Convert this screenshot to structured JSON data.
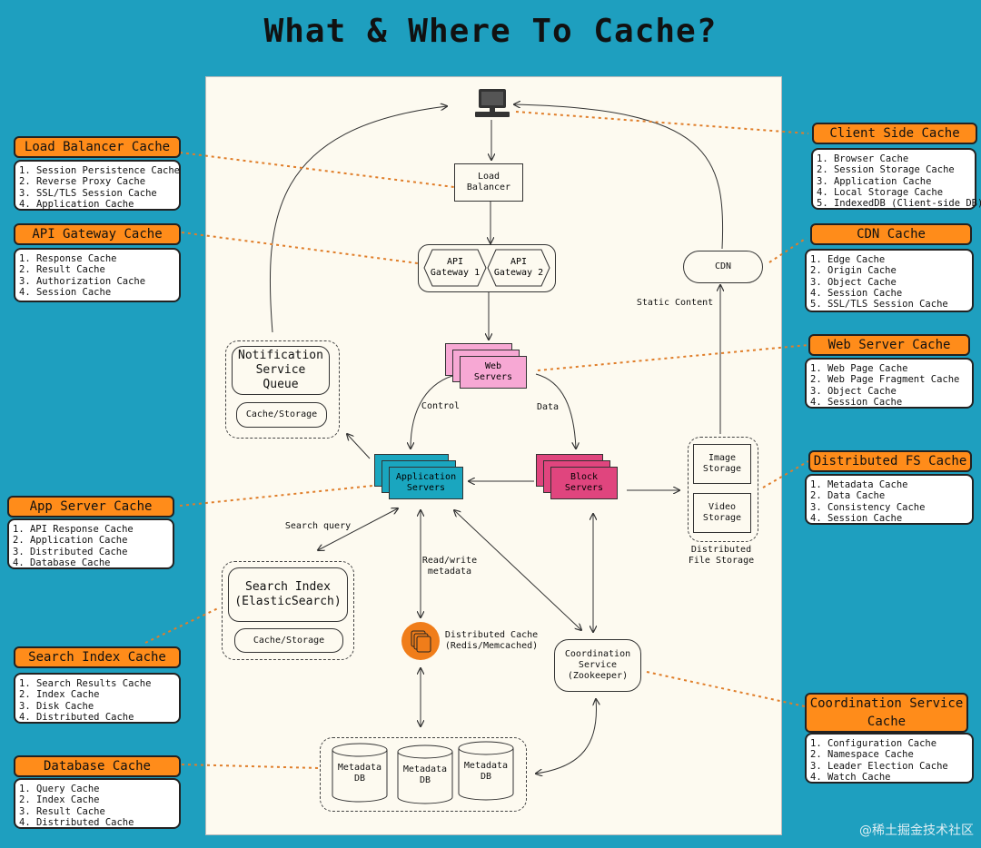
{
  "title": "What & Where To Cache?",
  "colors": {
    "background": "#1e9fbf",
    "label": "#ff8c1a",
    "web_servers": "#f7a8d4",
    "app_servers": "#1aa6bf",
    "block_servers": "#e0457e",
    "cache_icon": "#f07d1a"
  },
  "diagram": {
    "load_balancer": "Load\nBalancer",
    "gateway1": "API\nGateway 1",
    "gateway2": "API\nGateway 2",
    "cdn": "CDN",
    "static_content": "Static Content",
    "web_servers": "Web\nServers",
    "notification_queue": "Notification\nService\nQueue",
    "notification_storage": "Cache/Storage",
    "control": "Control",
    "data": "Data",
    "app_servers": "Application\nServers",
    "block_servers": "Block\nServers",
    "image_storage": "Image\nStorage",
    "video_storage": "Video\nStorage",
    "dfs_label": "Distributed\nFile Storage",
    "search_query": "Search query",
    "read_write": "Read/write\nmetadata",
    "search_index": "Search Index\n(ElasticSearch)",
    "search_storage": "Cache/Storage",
    "dist_cache": "Distributed Cache\n(Redis/Memcached)",
    "coordination": "Coordination\nService\n(Zookeeper)",
    "metadata_db": [
      "Metadata\nDB",
      "Metadata\nDB",
      "Metadata\nDB"
    ]
  },
  "caches": [
    {
      "name": "Load Balancer Cache",
      "items": [
        "1. Session Persistence Cache",
        "2. Reverse Proxy Cache",
        "3. SSL/TLS Session Cache",
        "4. Application Cache"
      ]
    },
    {
      "name": "API Gateway Cache",
      "items": [
        "1. Response Cache",
        "2. Result Cache",
        "3. Authorization Cache",
        "4. Session Cache"
      ]
    },
    {
      "name": "App Server Cache",
      "items": [
        "1. API Response Cache",
        "2. Application Cache",
        "3. Distributed Cache",
        "4. Database Cache"
      ]
    },
    {
      "name": "Search Index Cache",
      "items": [
        "1. Search Results Cache",
        "2. Index Cache",
        "3. Disk Cache",
        "4. Distributed Cache"
      ]
    },
    {
      "name": "Database Cache",
      "items": [
        "1. Query Cache",
        "2. Index Cache",
        "3. Result Cache",
        "4. Distributed Cache"
      ]
    },
    {
      "name": "Client Side Cache",
      "items": [
        "1. Browser Cache",
        "2. Session Storage Cache",
        "3. Application Cache",
        "4. Local Storage Cache",
        "5. IndexedDB (Client-side DB)"
      ]
    },
    {
      "name": "CDN Cache",
      "items": [
        "1. Edge Cache",
        "2. Origin Cache",
        "3. Object Cache",
        "4. Session Cache",
        "5. SSL/TLS Session Cache"
      ]
    },
    {
      "name": "Web Server Cache",
      "items": [
        "1. Web Page Cache",
        "2. Web Page Fragment Cache",
        "3. Object Cache",
        "4. Session Cache"
      ]
    },
    {
      "name": "Distributed FS Cache",
      "items": [
        "1. Metadata Cache",
        "2. Data Cache",
        "3. Consistency Cache",
        "4. Session Cache"
      ]
    },
    {
      "name": "Coordination Service\nCache",
      "items": [
        "1. Configuration Cache",
        "2. Namespace Cache",
        "3. Leader Election Cache",
        "4. Watch Cache"
      ]
    }
  ],
  "watermark": "@稀土掘金技术社区"
}
